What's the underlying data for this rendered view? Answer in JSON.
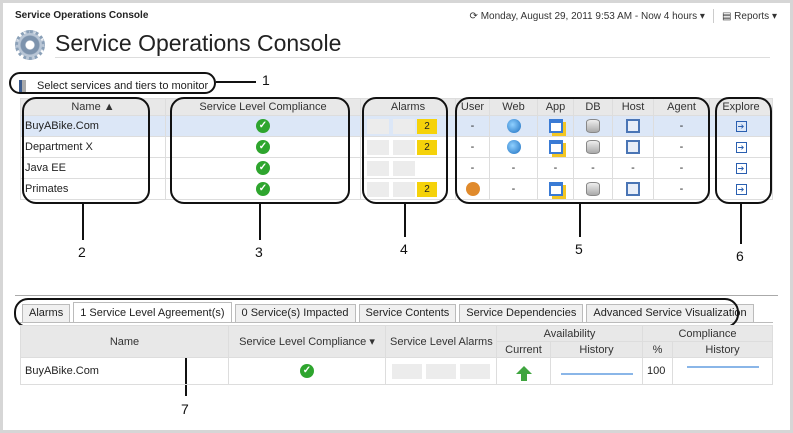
{
  "header": {
    "app_title": "Service Operations Console",
    "time_range": "Monday, August 29, 2011 9:53 AM - Now 4 hours",
    "reports": "Reports"
  },
  "page_title": "Service Operations Console",
  "select_link": "Select services and tiers to monitor",
  "main_table": {
    "columns": {
      "name": "Name ▲",
      "slc": "Service Level Compliance",
      "alarms": "Alarms",
      "user": "User",
      "web": "Web",
      "app": "App",
      "db": "DB",
      "host": "Host",
      "agent": "Agent",
      "explore": "Explore"
    },
    "rows": [
      {
        "name": "BuyABike.Com",
        "alarm": "2",
        "user": "-",
        "web": "globe",
        "app": "app",
        "db": "db",
        "host": "host",
        "agent": "-"
      },
      {
        "name": "Department X",
        "alarm": "2",
        "user": "-",
        "web": "globe",
        "app": "app",
        "db": "db",
        "host": "host",
        "agent": "-"
      },
      {
        "name": "Java EE",
        "alarm": "",
        "user": "-",
        "web": "-",
        "app": "-",
        "db": "-",
        "host": "-",
        "agent": "-"
      },
      {
        "name": "Primates",
        "alarm": "2",
        "user": "user",
        "web": "-",
        "app": "app",
        "db": "db",
        "host": "host",
        "agent": "-"
      }
    ]
  },
  "callouts": [
    "1",
    "2",
    "3",
    "4",
    "5",
    "6",
    "7"
  ],
  "tabs": [
    "Alarms",
    "1 Service Level Agreement(s)",
    "0 Service(s) Impacted",
    "Service Contents",
    "Service Dependencies",
    "Advanced Service Visualization"
  ],
  "sla_table": {
    "headers": {
      "name": "Name",
      "slc": "Service Level Compliance ▾",
      "sla": "Service Level Alarms",
      "availability": "Availability",
      "current": "Current",
      "history": "History",
      "compliance": "Compliance",
      "pct": "%",
      "chistory": "History"
    },
    "row": {
      "name": "BuyABike.Com",
      "pct": "100"
    }
  }
}
